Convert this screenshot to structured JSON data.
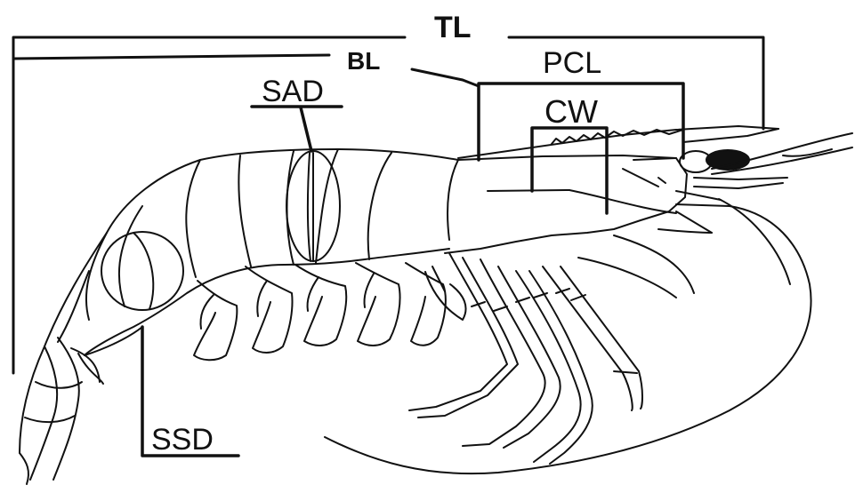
{
  "diagram": {
    "subject": "shrimp",
    "colors": {
      "ink": "#111111",
      "background": "#ffffff",
      "eye": "#111111"
    },
    "labels": {
      "total_length": "TL",
      "body_length": "BL",
      "postorbital_carapace_length": "PCL",
      "carapace_width": "CW",
      "second_abdominal_depth": "SAD",
      "sixth_segment_depth": "SSD"
    }
  }
}
